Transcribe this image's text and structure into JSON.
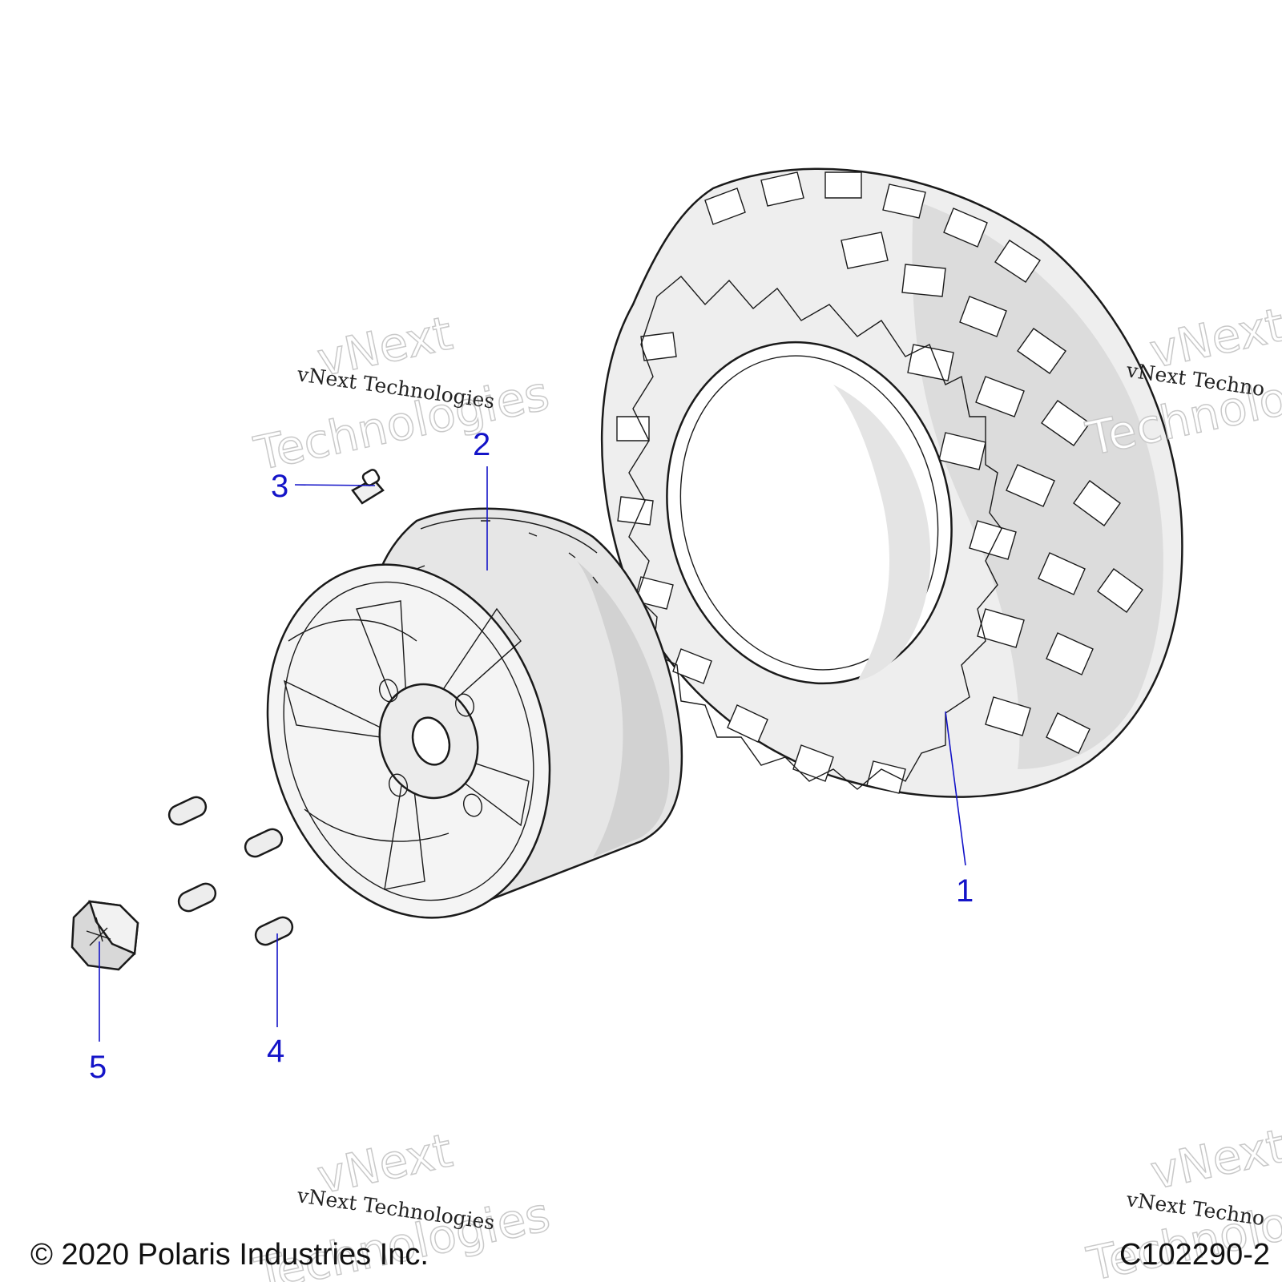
{
  "callouts": {
    "c1": "1",
    "c2": "2",
    "c3": "3",
    "c4": "4",
    "c5": "5"
  },
  "watermark": {
    "small": "vNext Technologies",
    "big_line1": "vNext",
    "big_line2": "Technologies",
    "small_cut": "vNext Techno",
    "big_cut1": "vNext",
    "big_cut2": "Technolo"
  },
  "footer": {
    "copyright": "© 2020 Polaris Industries Inc.",
    "diagram_id": "C102290-2"
  },
  "colors": {
    "callout": "#1414c8",
    "line": "#1a1a1a",
    "shade": "#d9d9d9",
    "light": "#f2f2f2"
  }
}
